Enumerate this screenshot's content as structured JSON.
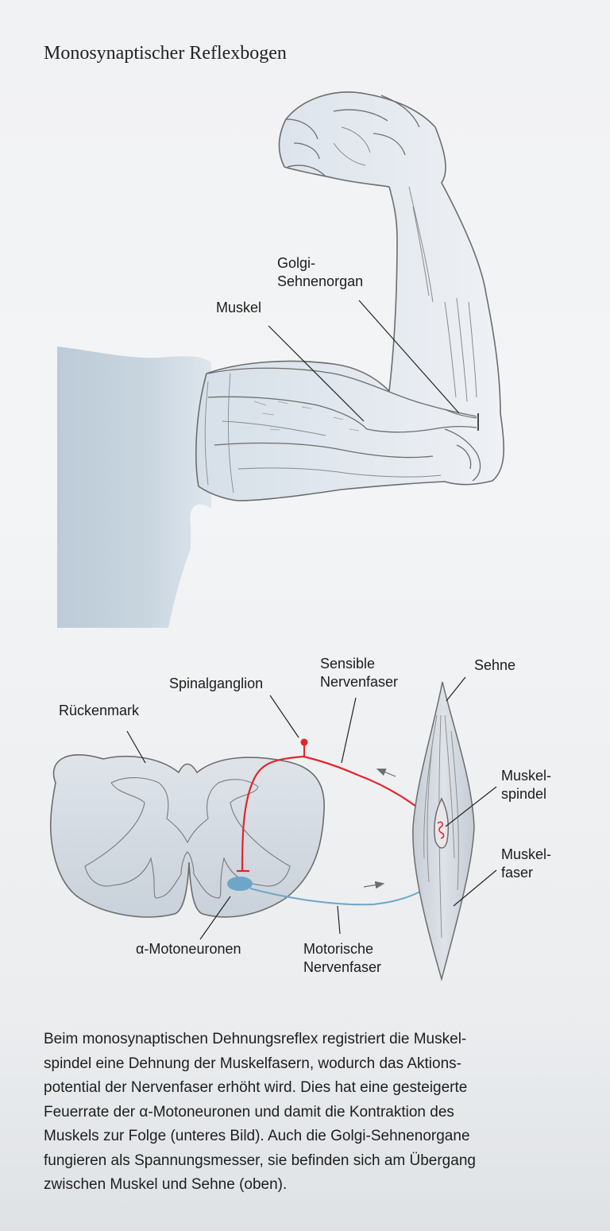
{
  "title": "Monosynaptischer Reflexbogen",
  "arm_labels": {
    "golgi_line1": "Golgi-",
    "golgi_line2": "Sehnenorgan",
    "muskel": "Muskel"
  },
  "reflex_labels": {
    "sensible_line1": "Sensible",
    "sensible_line2": "Nervenfaser",
    "sehne": "Sehne",
    "spinalganglion": "Spinalganglion",
    "rueckenmark": "Rückenmark",
    "muskelspindel_line1": "Muskel-",
    "muskelspindel_line2": "spindel",
    "muskelfaser_line1": "Muskel-",
    "muskelfaser_line2": "faser",
    "motoneuronen": "α-Motoneuronen",
    "motorische_line1": "Motorische",
    "motorische_line2": "Nervenfaser"
  },
  "caption_lines": [
    "Beim monosynaptischen Dehnungsreflex registriert die Muskel-",
    "spindel eine Dehnung der Muskelfasern, wodurch das Aktions-",
    "potential der Nervenfaser erhöht wird. Dies hat eine gesteigerte",
    "Feuerrate der α-Motoneuronen und damit die Kontraktion des",
    "Muskels zur Folge (unteres Bild). Auch die Golgi-Sehnenorgane",
    "fungieren als Spannungsmesser, sie befinden sich am Übergang",
    "zwischen Muskel und Sehne (oben)."
  ],
  "colors": {
    "sensory_fiber": "#e0262b",
    "motor_fiber": "#6ea6c8",
    "outline": "#6d6d6d",
    "body_fill": "#c6d4df",
    "arm_fill": "#e2e7ee"
  }
}
